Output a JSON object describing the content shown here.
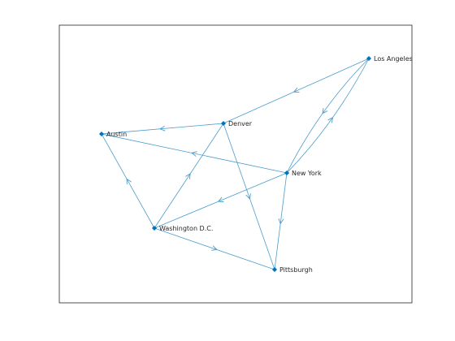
{
  "graph": {
    "type": "directed-graph",
    "edge_color": "#4a9ccc",
    "node_color": "#0072bd",
    "axes_color": "#262626",
    "nodes": [
      {
        "id": "la",
        "label": "Los Angeles"
      },
      {
        "id": "denver",
        "label": "Denver"
      },
      {
        "id": "austin",
        "label": "Austin"
      },
      {
        "id": "ny",
        "label": "New York"
      },
      {
        "id": "dc",
        "label": "Washington D.C."
      },
      {
        "id": "pitt",
        "label": "Pittsburgh"
      }
    ],
    "edges": [
      {
        "from": "la",
        "to": "denver"
      },
      {
        "from": "la",
        "to": "ny"
      },
      {
        "from": "ny",
        "to": "la"
      },
      {
        "from": "denver",
        "to": "austin"
      },
      {
        "from": "denver",
        "to": "pitt"
      },
      {
        "from": "ny",
        "to": "austin"
      },
      {
        "from": "ny",
        "to": "dc"
      },
      {
        "from": "ny",
        "to": "pitt"
      },
      {
        "from": "dc",
        "to": "austin"
      },
      {
        "from": "dc",
        "to": "denver"
      },
      {
        "from": "dc",
        "to": "pitt"
      }
    ]
  }
}
